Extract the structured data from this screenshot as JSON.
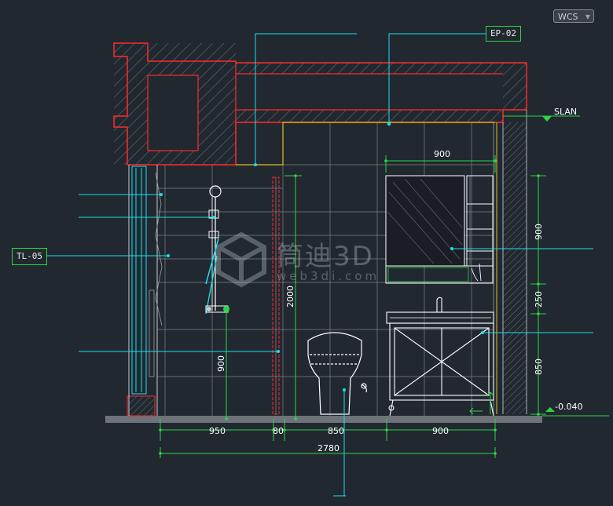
{
  "badges": {
    "wcs": "WCS"
  },
  "tags": {
    "ep": "EP-02",
    "tl": "TL-05"
  },
  "levels": {
    "top": "SLAN",
    "floor": "-0.040"
  },
  "dims": {
    "cabinet_width": "900",
    "right_900": "900",
    "right_250": "250",
    "right_850": "850",
    "height_2000": "2000",
    "shower_900": "900",
    "bottom": [
      "950",
      "80",
      "850",
      "900"
    ],
    "total": "2780"
  },
  "watermark": {
    "text": "筒迪3D",
    "url": "web3di.com"
  },
  "colors": {
    "background": "#212830",
    "wall": "#ff2a2a",
    "leader": "#19e0ee",
    "dimension": "#2bd646",
    "fixture": "#ffffff"
  }
}
